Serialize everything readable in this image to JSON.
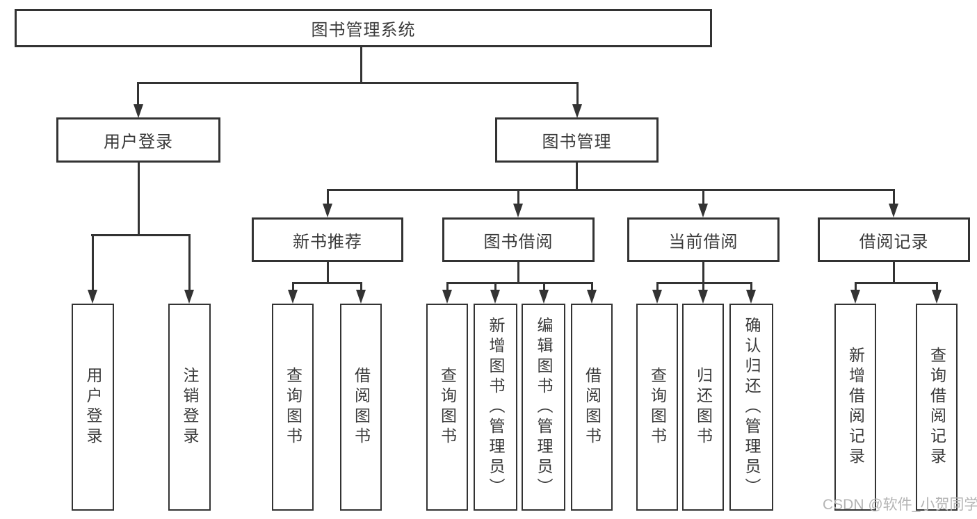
{
  "diagram_title": "图书管理系统",
  "watermark": "CSDN @软件_小贺同学",
  "colors": {
    "line": "#333333",
    "text": "#3a3a3a",
    "background": "#ffffff",
    "watermark": "#b4b4b4"
  },
  "tree": {
    "root": "图书管理系统",
    "branches": [
      {
        "label": "用户登录",
        "children": [
          "用户登录",
          "注销登录"
        ]
      },
      {
        "label": "图书管理",
        "groups": [
          {
            "label": "新书推荐",
            "children": [
              "查询图书",
              "借阅图书"
            ]
          },
          {
            "label": "图书借阅",
            "children": [
              "查询图书",
              "新增图书（管理员）",
              "编辑图书（管理员）",
              "借阅图书"
            ]
          },
          {
            "label": "当前借阅",
            "children": [
              "查询图书",
              "归还图书",
              "确认归还（管理员）"
            ]
          },
          {
            "label": "借阅记录",
            "children": [
              "新增借阅记录",
              "查询借阅记录"
            ]
          }
        ]
      }
    ]
  }
}
